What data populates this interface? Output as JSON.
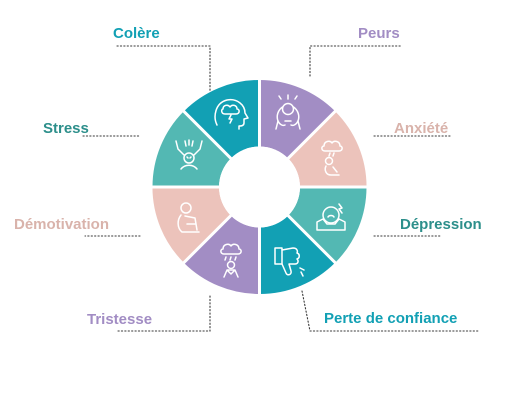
{
  "diagram": {
    "segments": [
      {
        "id": "colere",
        "label": "Colère",
        "color": "#12a0b4",
        "icon": "head-storm-icon"
      },
      {
        "id": "peurs",
        "label": "Peurs",
        "color": "#a28dc4",
        "icon": "fear-hands-on-head-icon"
      },
      {
        "id": "anxiete",
        "label": "Anxiété",
        "color": "#ecc3bb",
        "icon": "anxious-cloud-icon"
      },
      {
        "id": "depression",
        "label": "Dépression",
        "color": "#53b8b3",
        "icon": "sad-face-hands-icon"
      },
      {
        "id": "perte-de-confiance",
        "label": "Perte de confiance",
        "color": "#12a0b4",
        "icon": "thumbs-down-icon"
      },
      {
        "id": "tristesse",
        "label": "Tristesse",
        "color": "#a28dc4",
        "icon": "rain-cloud-person-icon"
      },
      {
        "id": "demotivation",
        "label": "Démotivation",
        "color": "#ecc3bb",
        "icon": "sitting-person-icon"
      },
      {
        "id": "stress",
        "label": "Stress",
        "color": "#53b8b3",
        "icon": "stressed-person-icon"
      }
    ],
    "label_colors": {
      "teal": "#12a0b4",
      "purple": "#a28dc4",
      "peach": "#d9b3ab",
      "green": "#2d8f8b"
    }
  }
}
